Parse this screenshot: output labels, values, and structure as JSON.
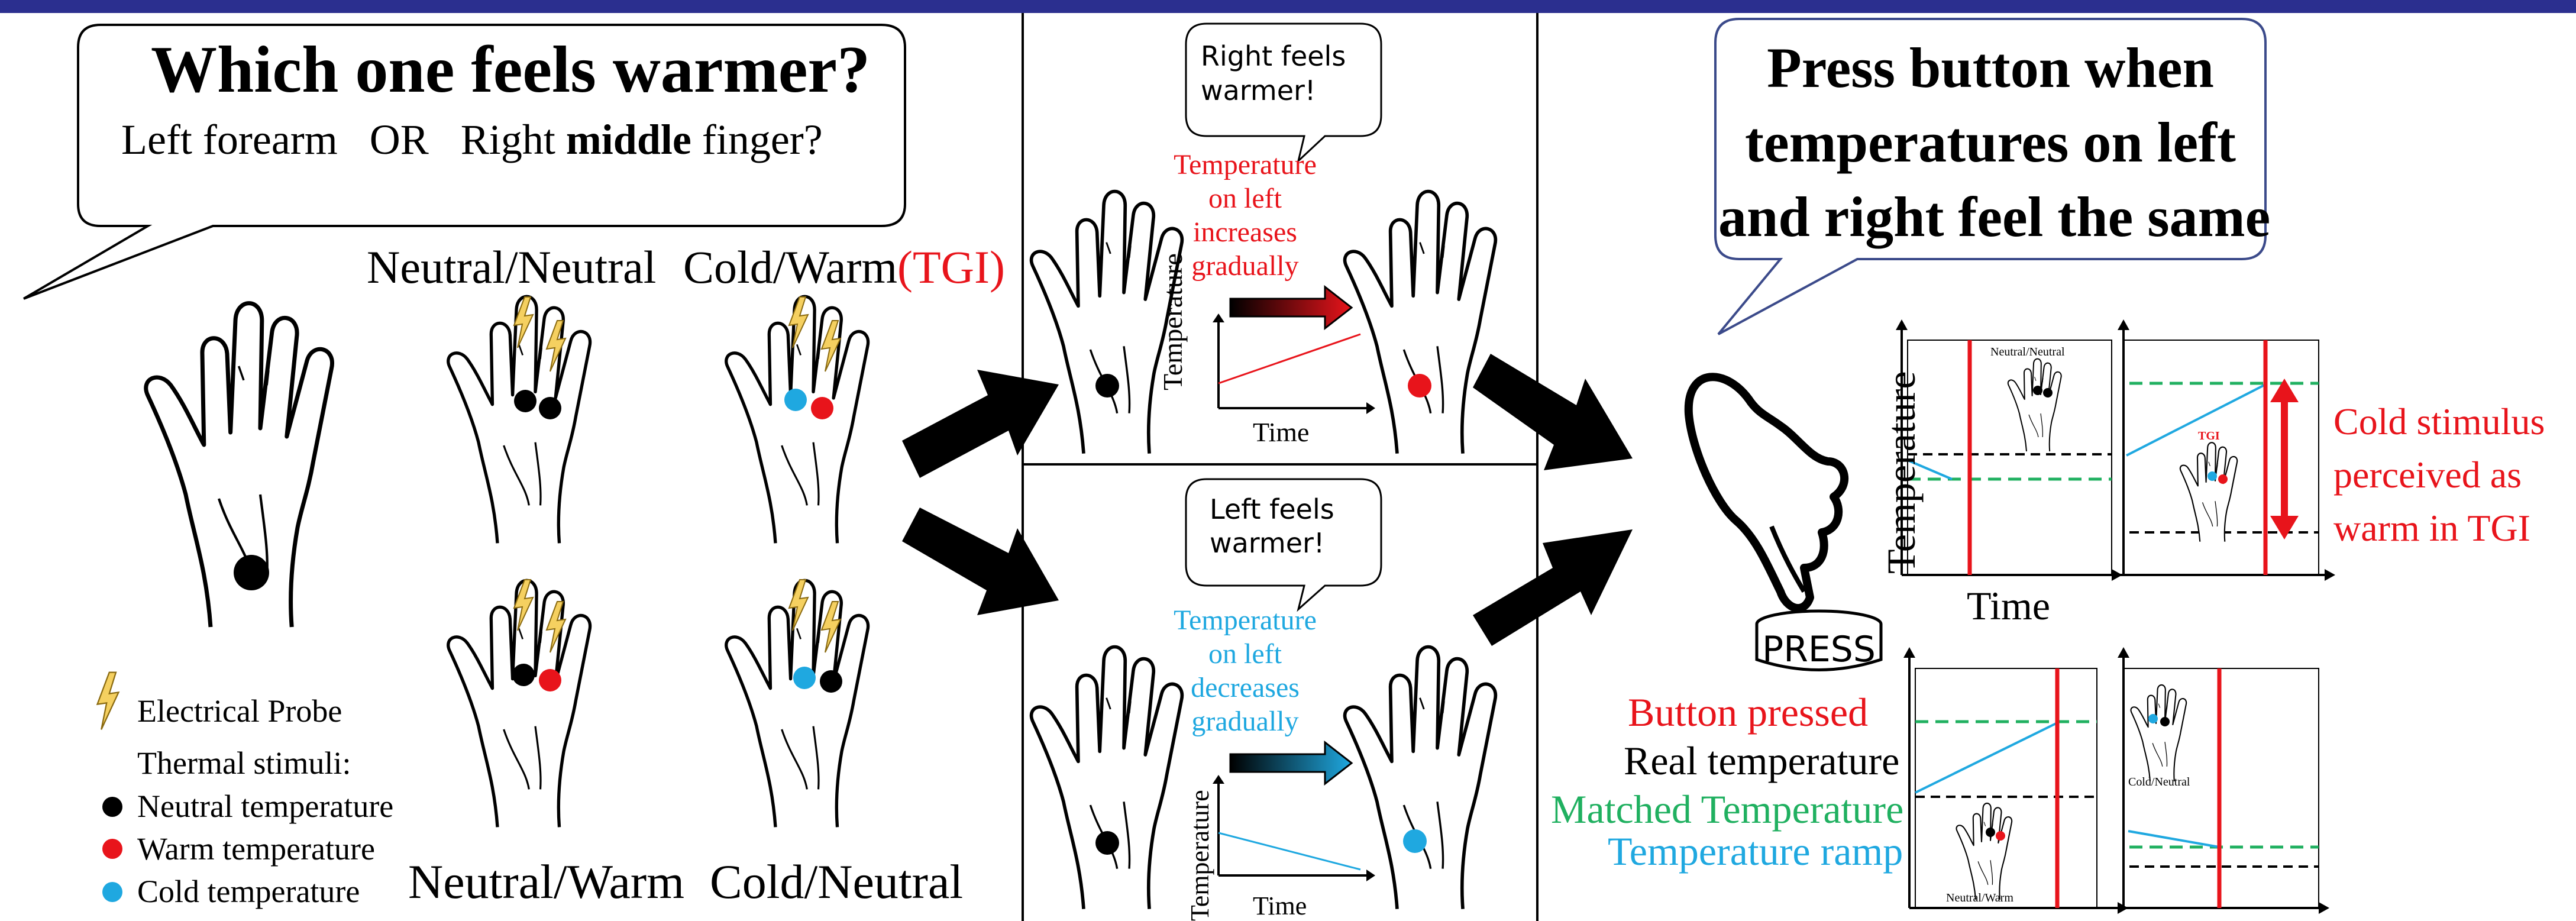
{
  "colors": {
    "topbar": "#2b2f8f",
    "warm": "#e8141b",
    "cold": "#1fa8e0",
    "neutral": "#000000",
    "matched": "#20b060",
    "probe": "#f5d060",
    "bubble_border": "#3b4a8a"
  },
  "panel1": {
    "question_title": "Which one feels warmer?",
    "question_sub_a": "Left forearm   OR   Right ",
    "question_sub_bold": "middle",
    "question_sub_b": " finger?",
    "label_neutral_neutral": "Neutral/Neutral",
    "label_cold_warm": "Cold/Warm",
    "label_tgi": "(TGI)",
    "label_neutral_warm": "Neutral/Warm",
    "label_cold_neutral": "Cold/Neutral",
    "legend": {
      "probe": "Electrical Probe",
      "thermal_heading": "Thermal stimuli:",
      "neutral": "Neutral temperature",
      "warm": "Warm temperature",
      "cold": "Cold temperature"
    }
  },
  "panel2": {
    "top_bubble_line1": "Right feels",
    "top_bubble_line2": "warmer!",
    "top_note": [
      "Temperature",
      "on left",
      "increases",
      "gradually"
    ],
    "bottom_bubble_line1": "Left feels",
    "bottom_bubble_line2": "warmer!",
    "bottom_note": [
      "Temperature",
      "on left",
      "decreases",
      "gradually"
    ],
    "axis_y": "Temperature",
    "axis_x": "Time"
  },
  "panel3": {
    "instruction": [
      "Press button when",
      "temperatures on left",
      "and right feel the same"
    ],
    "press_label": "PRESS",
    "legend": {
      "button_pressed": "Button pressed",
      "real_temperature": "Real temperature",
      "matched_temperature": "Matched Temperature",
      "temperature_ramp": "Temperature ramp"
    },
    "axis_y": "Temperature",
    "axis_x": "Time",
    "inset_neutral_neutral": "Neutral/Neutral",
    "inset_tgi": "TGI",
    "inset_cold_neutral": "Cold/Neutral",
    "inset_neutral_warm": "Neutral/Warm",
    "cold_note": [
      "Cold stimulus",
      "perceived as",
      "warm in TGI"
    ]
  }
}
